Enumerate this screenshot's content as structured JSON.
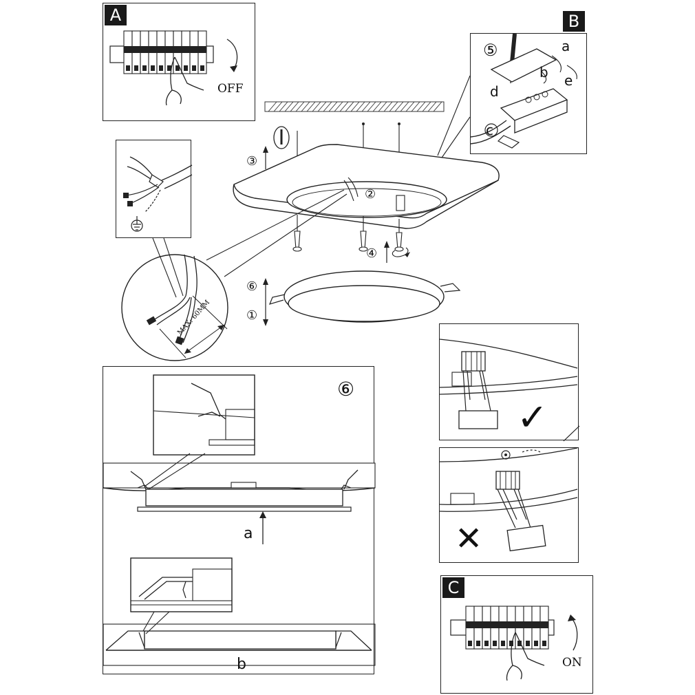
{
  "panels": {
    "A": {
      "tag": "A",
      "switch_label": "OFF"
    },
    "B": {
      "tag": "B",
      "step": "⑤",
      "parts": [
        "a",
        "b",
        "c",
        "d",
        "e"
      ]
    },
    "C": {
      "tag": "C",
      "switch_label": "ON"
    }
  },
  "main": {
    "steps": {
      "s1": "①",
      "s2": "②",
      "s3": "③",
      "s4": "④",
      "s6": "⑥"
    },
    "wire_strip": "MAX: 60MM"
  },
  "detail6": {
    "step": "⑥",
    "label_a": "a",
    "label_b": "b"
  },
  "clip_check": {
    "correct": "✓",
    "wrong": "✕"
  }
}
